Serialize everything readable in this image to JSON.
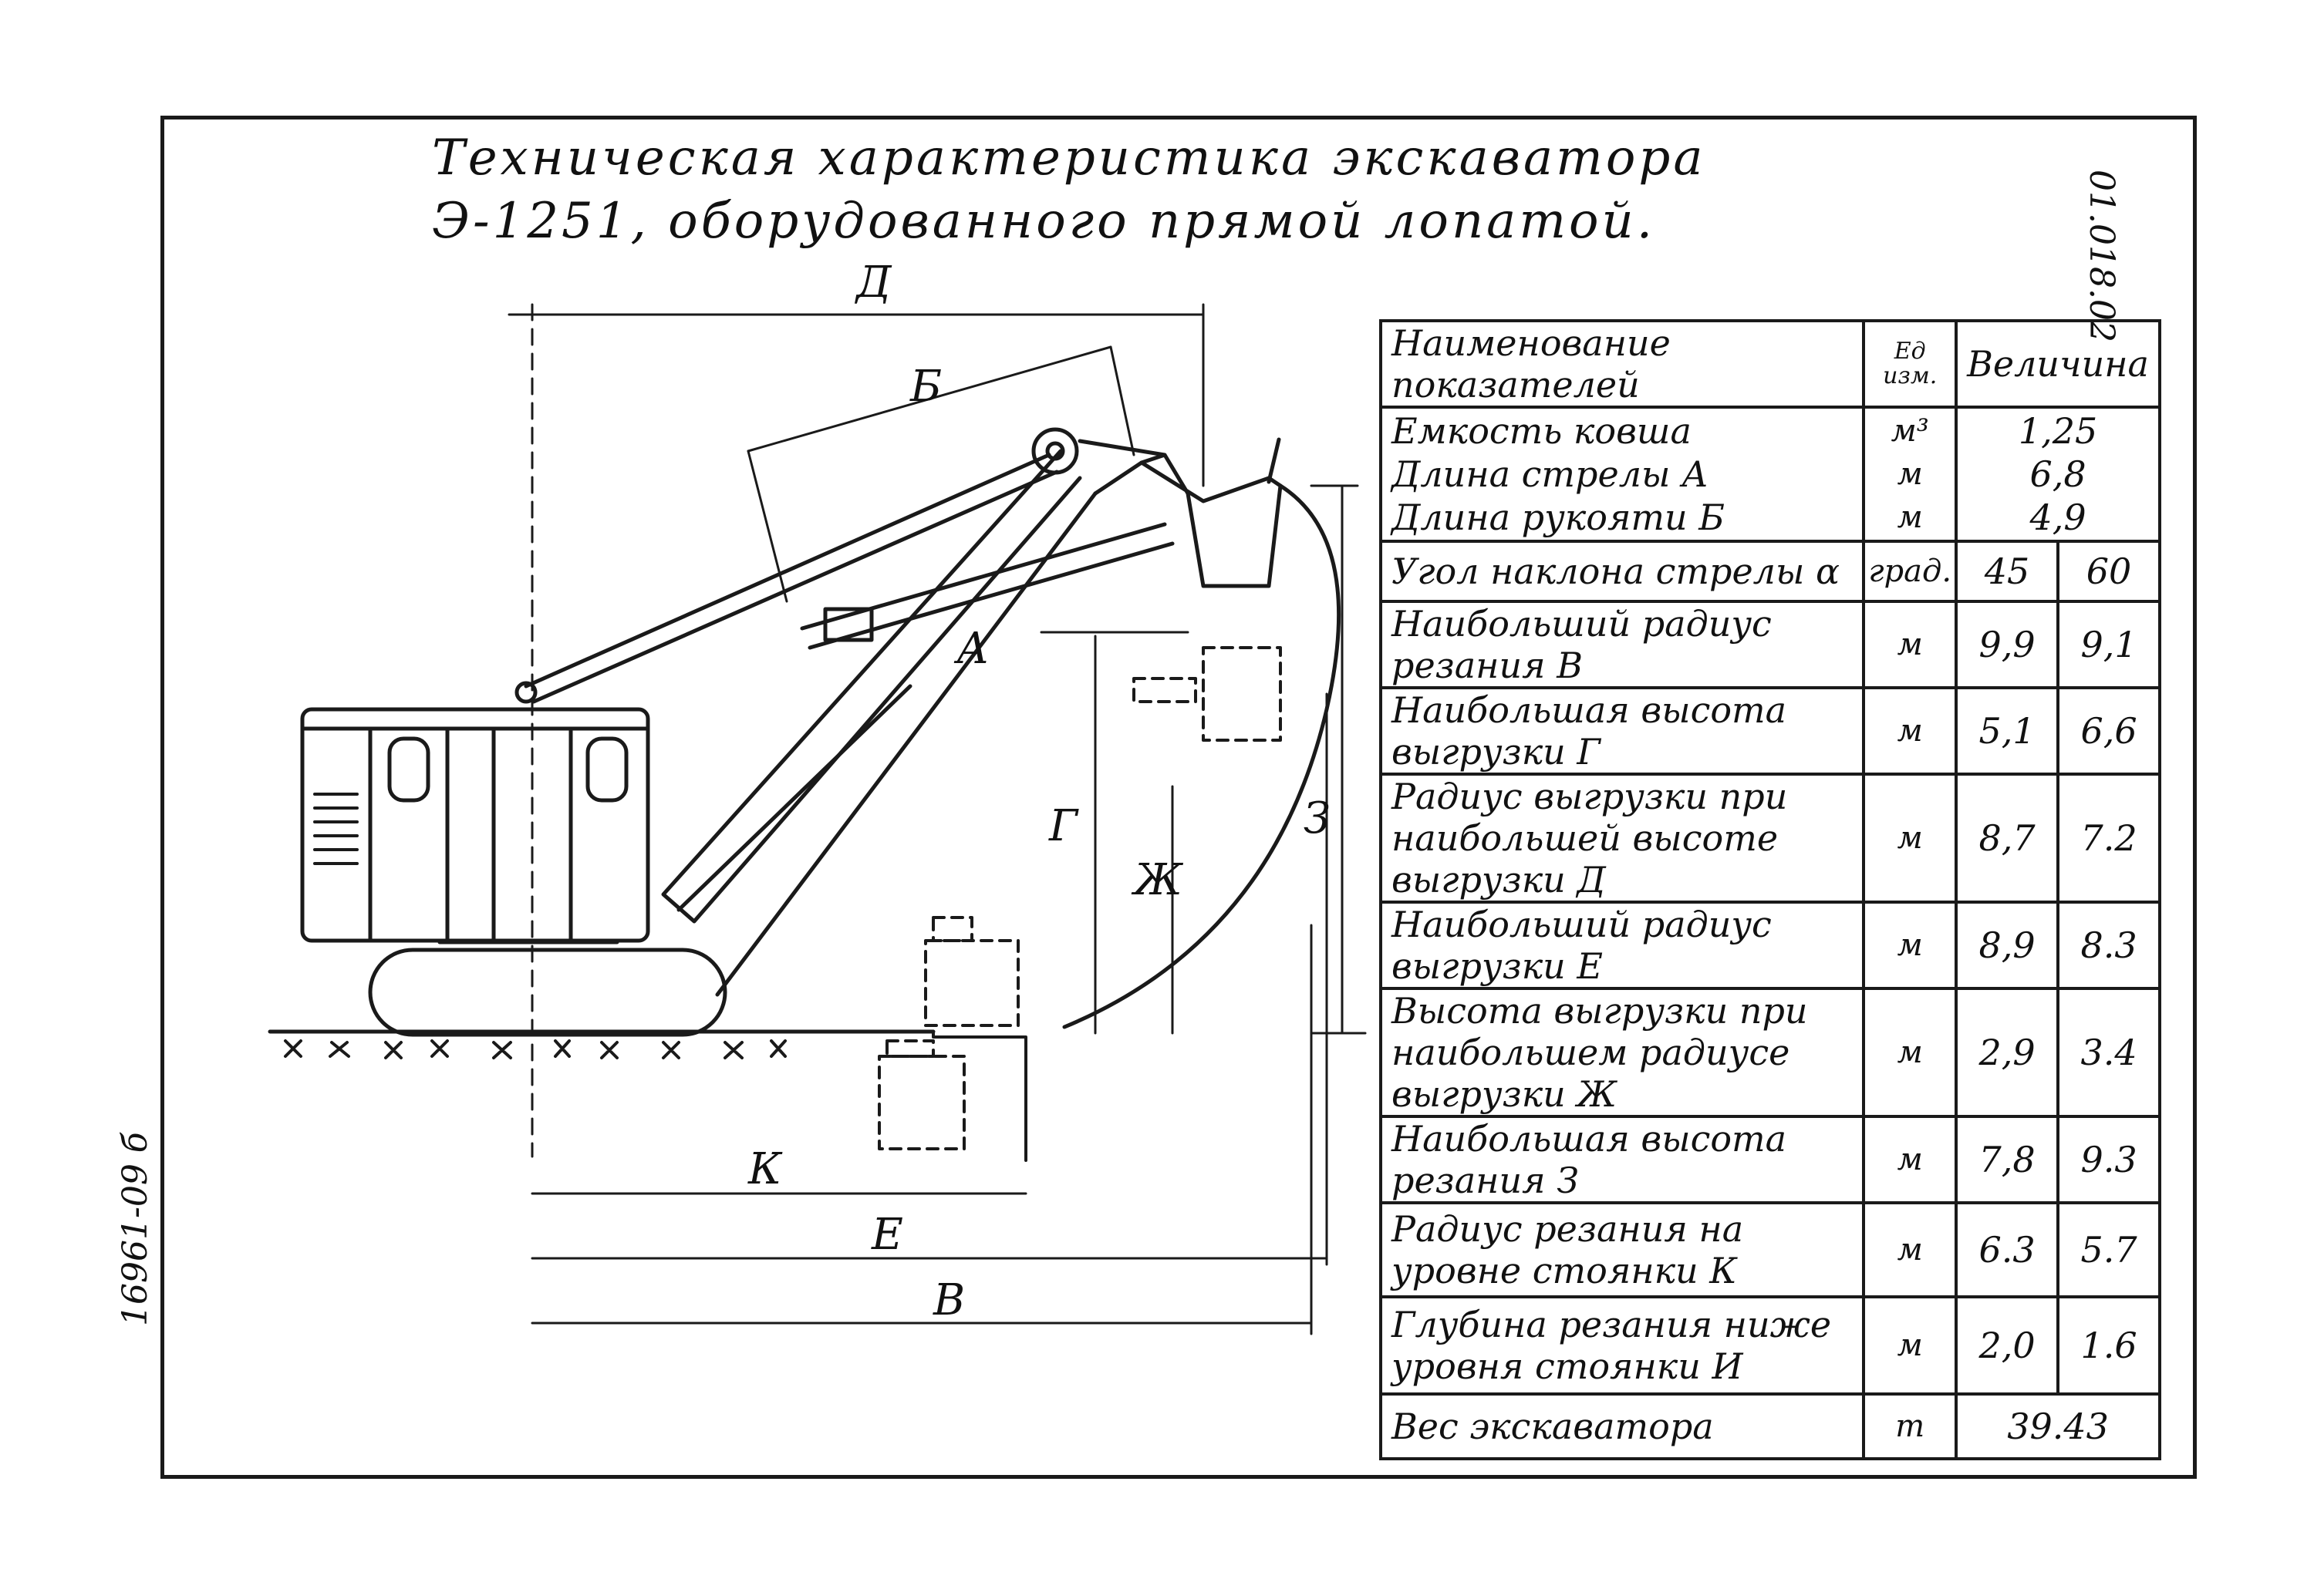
{
  "title": {
    "line1": "Техническая характеристика экскаватора",
    "line2": "Э-1251, оборудованного прямой лопатой."
  },
  "codes": {
    "top_right": "01.018.02",
    "bottom_left": "16961-09 б"
  },
  "diagram_labels": {
    "D": "Д",
    "B_handle": "Б",
    "A": "А",
    "G": "Г",
    "Zh": "Ж",
    "Z": "З",
    "K": "К",
    "E": "Е",
    "V": "В"
  },
  "table": {
    "header": {
      "name": "Наименование показателей",
      "unit": "Ед изм.",
      "value": "Величина"
    },
    "group1": {
      "names": [
        "Емкость ковша",
        "Длина стрелы А",
        "Длина рукояти Б"
      ],
      "units": [
        "м³",
        "м",
        "м"
      ],
      "values": [
        "1,25",
        "6,8",
        "4,9"
      ]
    },
    "rows": [
      {
        "name": "Угол наклона стрелы α",
        "unit": "град.",
        "v1": "45",
        "v2": "60"
      },
      {
        "name": "Наибольший радиус резания В",
        "unit": "м",
        "v1": "9,9",
        "v2": "9,1"
      },
      {
        "name": "Наибольшая высота выгрузки Г",
        "unit": "м",
        "v1": "5,1",
        "v2": "6,6"
      },
      {
        "name": "Радиус выгрузки при наибольшей высоте выгрузки Д",
        "unit": "м",
        "v1": "8,7",
        "v2": "7.2"
      },
      {
        "name": "Наибольший радиус выгрузки Е",
        "unit": "м",
        "v1": "8,9",
        "v2": "8.3"
      },
      {
        "name": "Высота выгрузки при наибольшем радиусе выгрузки Ж",
        "unit": "м",
        "v1": "2,9",
        "v2": "3.4"
      },
      {
        "name": "Наибольшая высота резания З",
        "unit": "м",
        "v1": "7,8",
        "v2": "9.3"
      },
      {
        "name": "Радиус резания на уровне стоянки К",
        "unit": "м",
        "v1": "6.3",
        "v2": "5.7"
      },
      {
        "name": "Глубина резания ниже уровня стоянки И",
        "unit": "м",
        "v1": "2,0",
        "v2": "1.6"
      }
    ],
    "weight": {
      "name": "Вес экскаватора",
      "unit": "т",
      "value": "39.43"
    }
  }
}
